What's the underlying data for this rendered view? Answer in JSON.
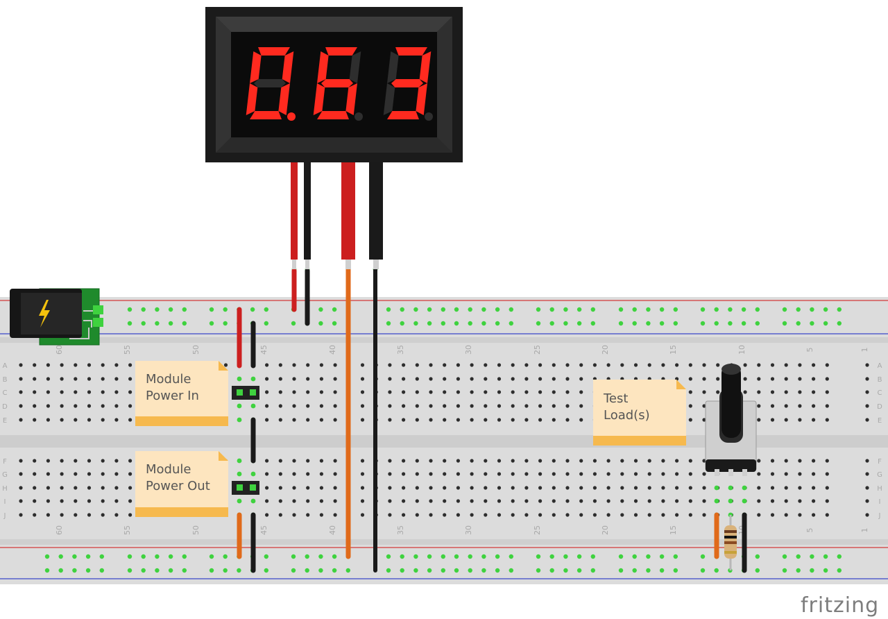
{
  "display": {
    "reading": "0.63",
    "digits": [
      "0",
      "6",
      "3"
    ],
    "decimal_after_digit": 0,
    "segment_on_color": "#ff2a1f",
    "segment_off_color": "#2e2e2e"
  },
  "notes": [
    {
      "id": "module-power-in",
      "lines": [
        "Module",
        "Power In"
      ]
    },
    {
      "id": "module-power-out",
      "lines": [
        "Module",
        "Power Out"
      ]
    },
    {
      "id": "test-loads",
      "lines": [
        "Test",
        "Load(s)"
      ]
    }
  ],
  "breadboard": {
    "row_letters_top": [
      "A",
      "B",
      "C",
      "D",
      "E"
    ],
    "row_letters_bottom": [
      "F",
      "G",
      "H",
      "I",
      "J"
    ],
    "column_numbers": [
      "60",
      "55",
      "50",
      "45",
      "40",
      "35",
      "30",
      "25",
      "20",
      "15",
      "10",
      "5",
      "1"
    ]
  },
  "colors": {
    "wire_red": "#cc1f1f",
    "wire_black": "#1a1a1a",
    "wire_orange": "#e06a1a",
    "rail_red": "#d23a3a",
    "rail_blue": "#3a45c8",
    "hole_green": "#3fd23f",
    "note_fill": "#fde5bf",
    "note_band": "#f6b94e"
  },
  "brand": {
    "name": "fritzing"
  }
}
